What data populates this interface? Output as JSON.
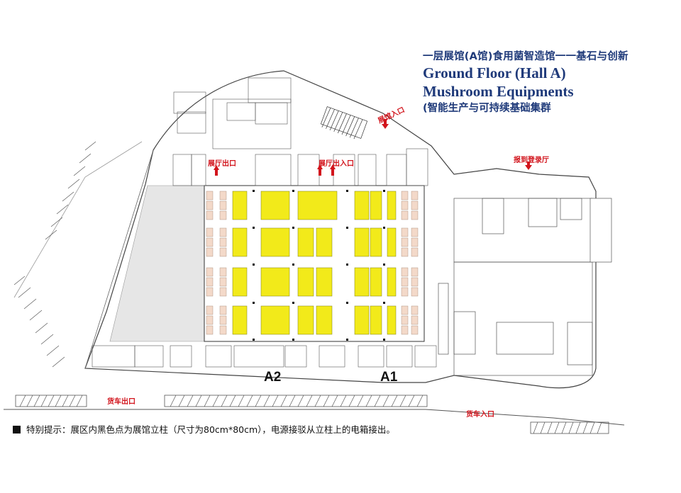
{
  "title": {
    "cn": "一层展馆(A馆)食用菌智造馆一一基石与创新",
    "en_line1": "Ground Floor (Hall A)",
    "en_line2": "Mushroom Equipments",
    "cn_sub": "(智能生产与可持续基础集群"
  },
  "labels": {
    "hall_a2": "A2",
    "hall_a1": "A1",
    "entrance_main": "展馆入口",
    "hall_exit": "展厅出口",
    "hall_exit_entry": "展厅出入口",
    "report_lobby": "报到登录厅",
    "truck_exit": "货车出口",
    "truck_entry": "货车入口"
  },
  "note": "特别提示：展区内黑色点为展馆立柱（尺寸为80cm*80cm），电源接驳从立柱上的电箱接出。",
  "colors": {
    "booth_yellow": "#f2ea1a",
    "title_blue": "#1f3a7a",
    "sign_red": "#d2141c",
    "small_booth": "#f3d9c9",
    "grey_area": "#e6e6e6"
  }
}
